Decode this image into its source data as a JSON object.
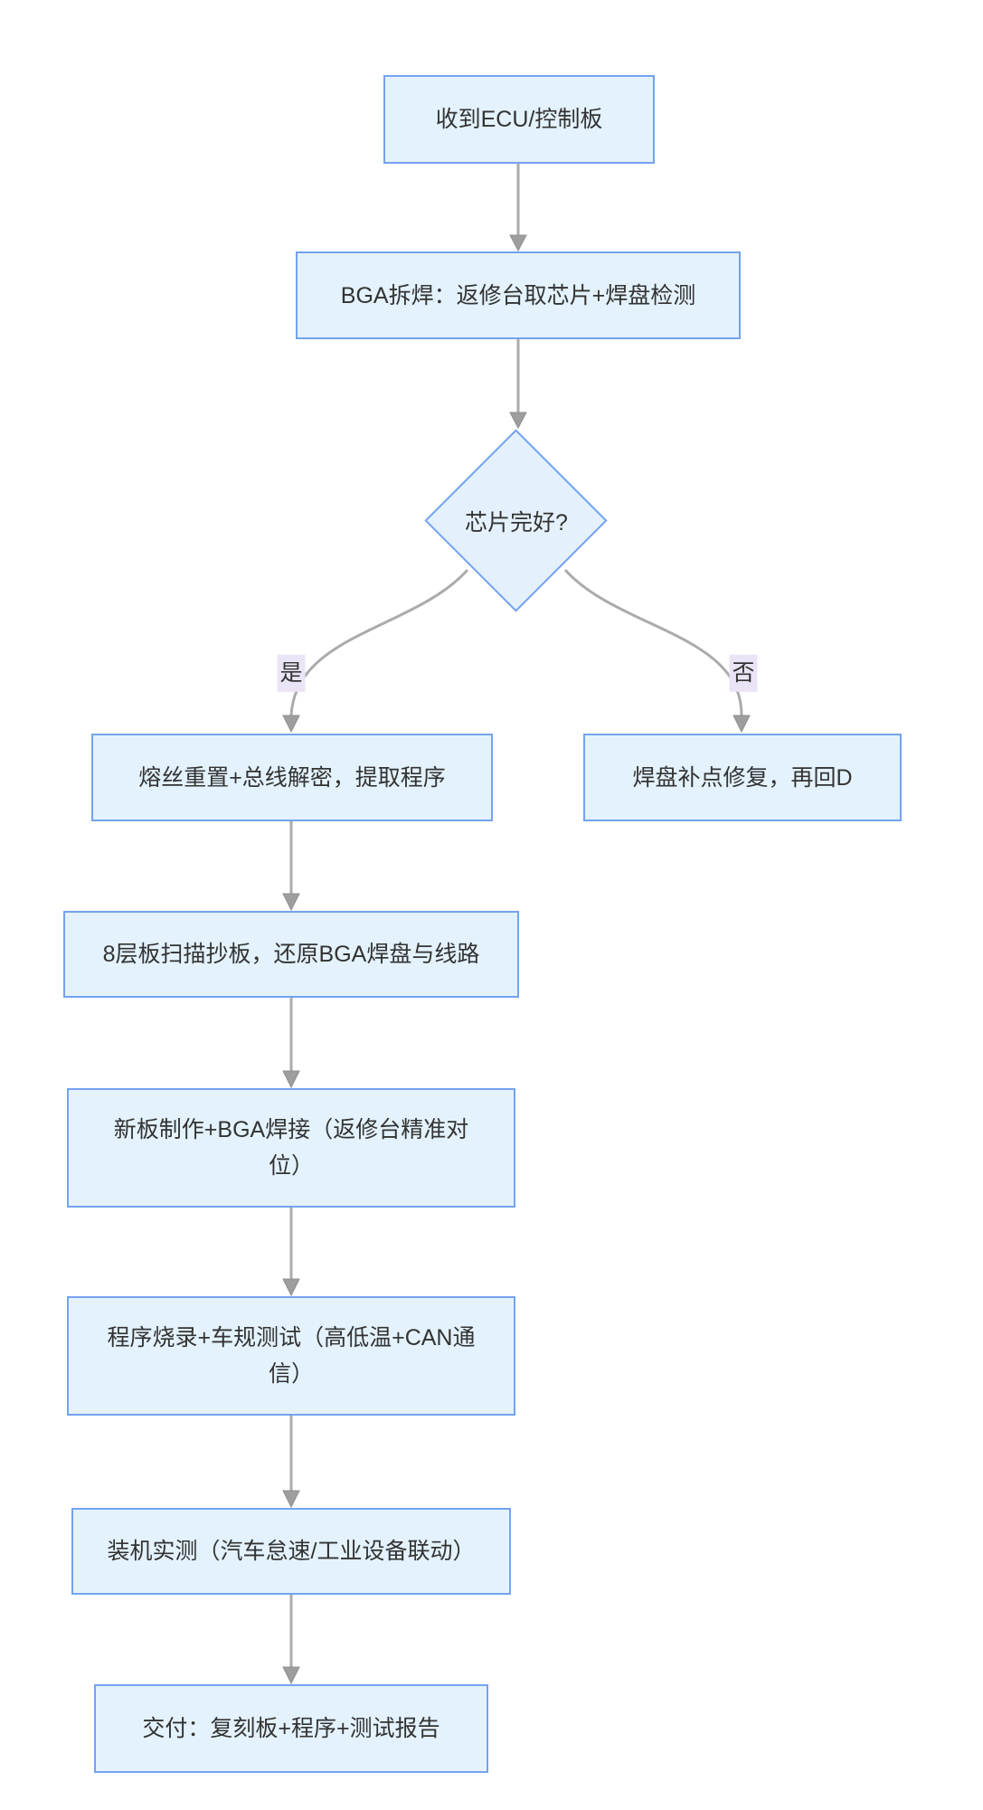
{
  "flowchart": {
    "nodes": {
      "receive": {
        "label": "收到ECU/控制板"
      },
      "bga": {
        "label": "BGA拆焊：返修台取芯片+焊盘检测"
      },
      "decision": {
        "label": "芯片完好?"
      },
      "extract": {
        "label": "熔丝重置+总线解密，提取程序"
      },
      "pad_repair": {
        "label": "焊盘补点修复，再回D"
      },
      "scan": {
        "label": "8层板扫描抄板，还原BGA焊盘与线路"
      },
      "new_board": {
        "label": "新板制作+BGA焊接（返修台精准对位）"
      },
      "burn_test": {
        "label": "程序烧录+车规测试（高低温+CAN通信）"
      },
      "install": {
        "label": "装机实测（汽车怠速/工业设备联动）"
      },
      "deliver": {
        "label": "交付：复刻板+程序+测试报告"
      }
    },
    "edge_labels": {
      "yes": "是",
      "no": "否"
    },
    "colors": {
      "node_fill": "#e3f2fc",
      "node_border": "#74a3ef",
      "edge_line": "#ababab",
      "arrowhead": "#9e9e9e",
      "edge_label_bg": "#ebe4f6",
      "text": "#333333",
      "background": "#ffffff"
    }
  }
}
